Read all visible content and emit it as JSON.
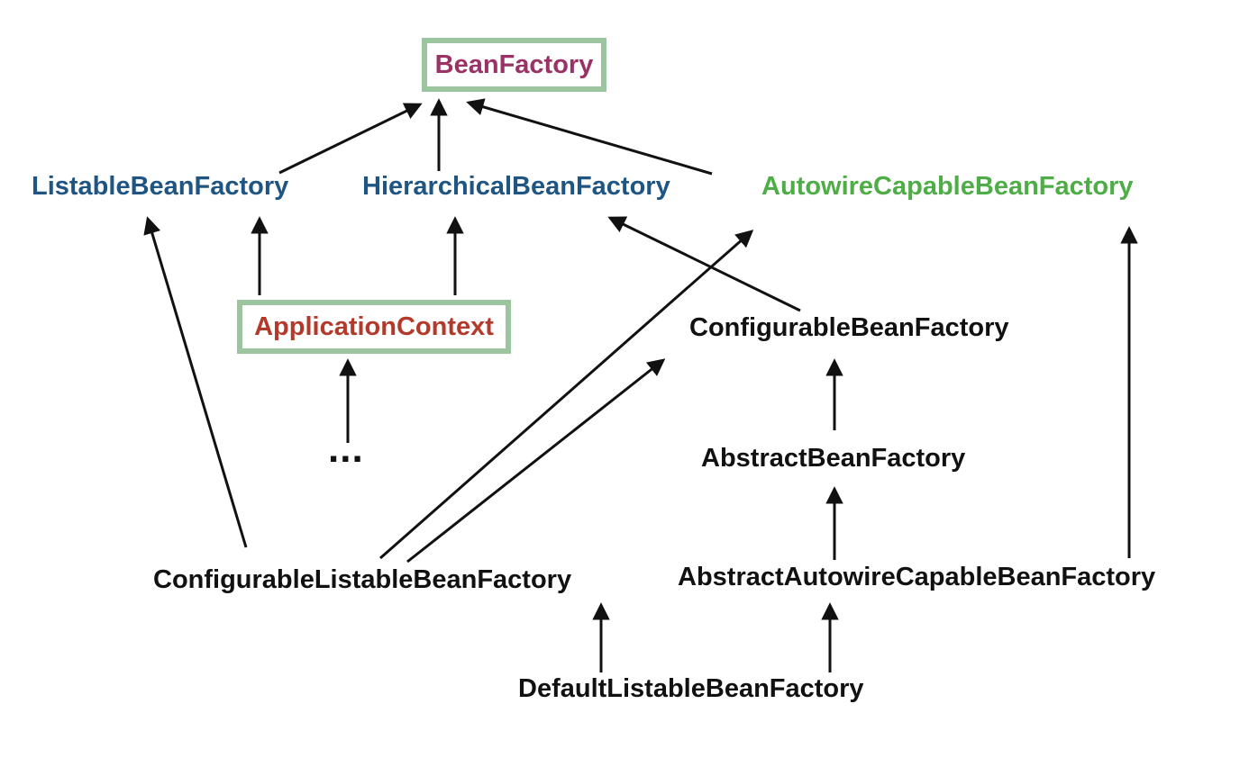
{
  "diagram": {
    "type": "class-hierarchy",
    "nodes": {
      "bean_factory": {
        "label": "BeanFactory",
        "style": "boxed",
        "text_color": "#9A3266",
        "box_border_color": "#9CC49E"
      },
      "listable": {
        "label": "ListableBeanFactory",
        "style": "plain",
        "text_color": "#1F5582"
      },
      "hierarchical": {
        "label": "HierarchicalBeanFactory",
        "style": "plain",
        "text_color": "#1F5582"
      },
      "autowire_capable": {
        "label": "AutowireCapableBeanFactory",
        "style": "plain",
        "text_color": "#4EAD46"
      },
      "application_context": {
        "label": "ApplicationContext",
        "style": "boxed",
        "text_color": "#B33A2B",
        "box_border_color": "#9CC49E"
      },
      "configurable": {
        "label": "ConfigurableBeanFactory",
        "style": "plain",
        "text_color": "#111111"
      },
      "ellipsis": {
        "label": "...",
        "style": "plain",
        "text_color": "#111111"
      },
      "abstract": {
        "label": "AbstractBeanFactory",
        "style": "plain",
        "text_color": "#111111"
      },
      "configurable_listable": {
        "label": "ConfigurableListableBeanFactory",
        "style": "plain",
        "text_color": "#111111"
      },
      "abstract_autowire_capable": {
        "label": "AbstractAutowireCapableBeanFactory",
        "style": "plain",
        "text_color": "#111111"
      },
      "default_listable": {
        "label": "DefaultListableBeanFactory",
        "style": "plain",
        "text_color": "#111111"
      }
    },
    "edges": [
      {
        "from": "ListableBeanFactory",
        "to": "BeanFactory"
      },
      {
        "from": "HierarchicalBeanFactory",
        "to": "BeanFactory"
      },
      {
        "from": "AutowireCapableBeanFactory",
        "to": "BeanFactory"
      },
      {
        "from": "ApplicationContext",
        "to": "ListableBeanFactory"
      },
      {
        "from": "ApplicationContext",
        "to": "HierarchicalBeanFactory"
      },
      {
        "from": "...",
        "to": "ApplicationContext"
      },
      {
        "from": "ConfigurableBeanFactory",
        "to": "HierarchicalBeanFactory"
      },
      {
        "from": "ConfigurableListableBeanFactory",
        "to": "ListableBeanFactory"
      },
      {
        "from": "ConfigurableListableBeanFactory",
        "to": "AutowireCapableBeanFactory"
      },
      {
        "from": "ConfigurableListableBeanFactory",
        "to": "ConfigurableBeanFactory"
      },
      {
        "from": "AbstractBeanFactory",
        "to": "ConfigurableBeanFactory"
      },
      {
        "from": "AbstractAutowireCapableBeanFactory",
        "to": "AbstractBeanFactory"
      },
      {
        "from": "AbstractAutowireCapableBeanFactory",
        "to": "AutowireCapableBeanFactory"
      },
      {
        "from": "DefaultListableBeanFactory",
        "to": "ConfigurableListableBeanFactory"
      },
      {
        "from": "DefaultListableBeanFactory",
        "to": "AbstractAutowireCapableBeanFactory"
      }
    ],
    "colors": {
      "interface_blue": "#1F5582",
      "interface_green": "#4EAD46",
      "class_black": "#111111",
      "bean_factory_text": "#9A3266",
      "application_context_text": "#B33A2B",
      "box_border_green": "#9CC49E",
      "arrow": "#111111",
      "background": "#ffffff"
    }
  }
}
